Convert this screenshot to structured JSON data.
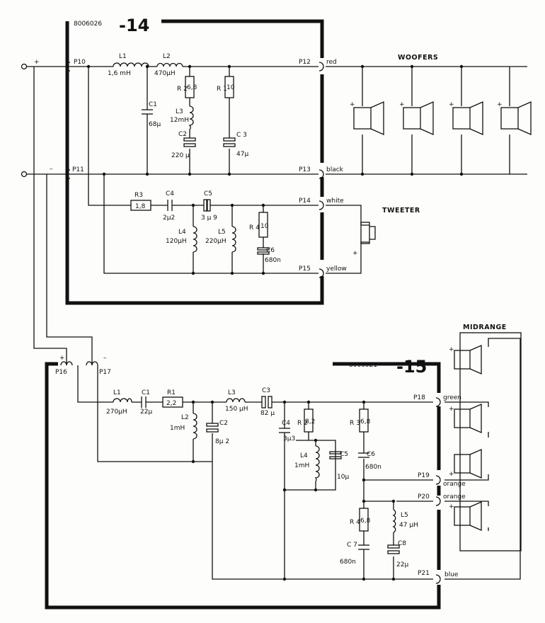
{
  "board14": {
    "code": "8006026",
    "number": "-14",
    "pins": {
      "p10": "P10",
      "p11": "P11",
      "p12": "P12",
      "p13": "P13",
      "p14": "P14",
      "p15": "P15"
    },
    "wires": {
      "red": "red",
      "black": "black",
      "white": "white",
      "yellow": "yellow"
    },
    "components": {
      "l1": "L1",
      "l1v": "1,6 mH",
      "l2": "L2",
      "l2v": "470μH",
      "r2": "R 2",
      "r2v": "6,8",
      "l3": "L3",
      "l3v": "12mH",
      "r1": "R 1",
      "r1v": "10",
      "c1": "C1",
      "c1v": "68μ",
      "c2": "C2",
      "c2v": "220 μ",
      "c3": "C 3",
      "c3v": "47μ",
      "r3": "R3",
      "r3v": "1,8",
      "c4": "C4",
      "c4v": "2μ2",
      "c5": "C5",
      "c5v": "3 μ 9",
      "l4": "L4",
      "l4v": "120μH",
      "l5": "L5",
      "l5v": "220μH",
      "r4": "R 4",
      "r4v": "10",
      "c6": "C6",
      "c6v": "680n"
    }
  },
  "board15": {
    "code": "8006021",
    "number": "-15",
    "pins": {
      "p16": "P16",
      "p17": "P17",
      "p18": "P18",
      "p19": "P19",
      "p20": "P20",
      "p21": "P21"
    },
    "wires": {
      "green": "green",
      "orange1": "orange",
      "orange2": "orange",
      "blue": "blue"
    },
    "components": {
      "l1": "L1",
      "l1v": "270μH",
      "c1": "C1",
      "c1v": "22μ",
      "r1": "R1",
      "r1v": "2,2",
      "l2": "L2",
      "l2v": "1mH",
      "c2": "C2",
      "c2v": "8μ 2",
      "l3": "L3",
      "l3v": "150 μH",
      "c3": "C3",
      "c3v": "82 μ",
      "c4": "C4",
      "c4v": "3μ3",
      "r2": "R 2",
      "r2v": "8,2",
      "l4": "L4",
      "l4v": "1mH",
      "c5": "C5",
      "c5v": "10μ",
      "r3": "R 3",
      "r3v": "6,8",
      "c6": "C6",
      "c6v": "680n",
      "r4": "R 4",
      "r4v": "6,8",
      "l5": "L5",
      "l5v": "47 μH",
      "c7": "C 7",
      "c7v": "680n",
      "c8": "C8",
      "c8v": "22μ"
    }
  },
  "groups": {
    "woofers": "WOOFERS",
    "tweeter": "TWEETER",
    "midrange": "MIDRANGE"
  },
  "terminals": {
    "plus": "+",
    "minus": "–"
  }
}
